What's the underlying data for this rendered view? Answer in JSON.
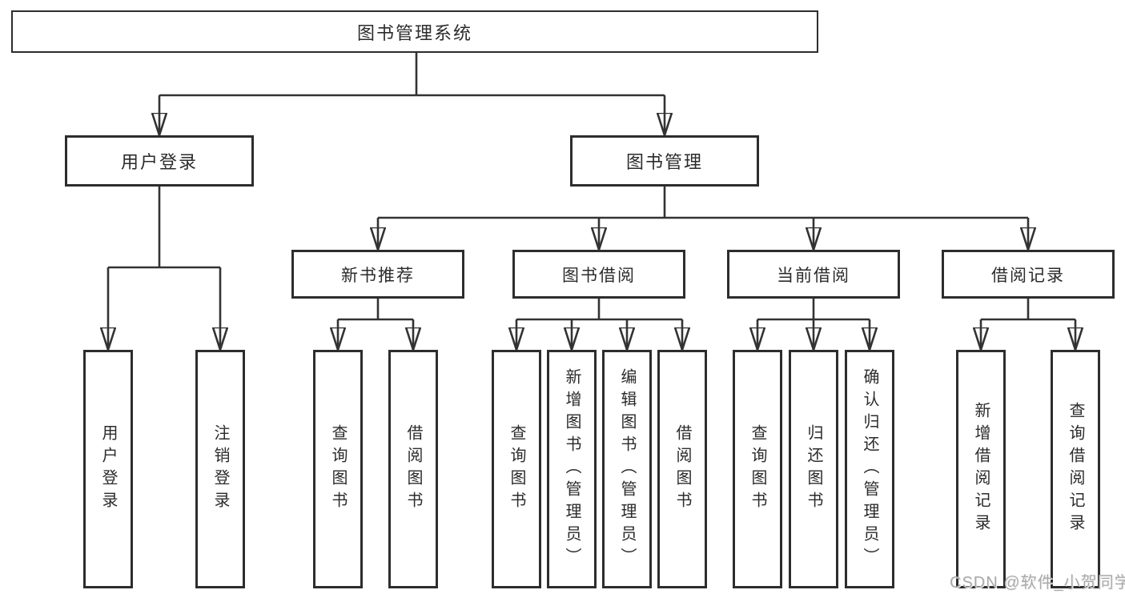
{
  "diagram": {
    "title": "图书管理系统",
    "root": {
      "label": "图书管理系统"
    },
    "level2": [
      {
        "id": "user-login",
        "label": "用户登录"
      },
      {
        "id": "book-management",
        "label": "图书管理"
      }
    ],
    "level3": [
      {
        "id": "new-book-recommend",
        "label": "新书推荐"
      },
      {
        "id": "book-borrowing",
        "label": "图书借阅"
      },
      {
        "id": "current-borrowing",
        "label": "当前借阅"
      },
      {
        "id": "borrowing-records",
        "label": "借阅记录"
      }
    ],
    "leaves": {
      "user_login": [
        {
          "label": "用户登录"
        },
        {
          "label": "注销登录"
        }
      ],
      "new_book_recommend": [
        {
          "label": "查询图书"
        },
        {
          "label": "借阅图书"
        }
      ],
      "book_borrowing": [
        {
          "label": "查询图书"
        },
        {
          "label": "新增图书（管理员）"
        },
        {
          "label": "编辑图书（管理员）"
        },
        {
          "label": "借阅图书"
        }
      ],
      "current_borrowing": [
        {
          "label": "查询图书"
        },
        {
          "label": "归还图书"
        },
        {
          "label": "确认归还（管理员）"
        }
      ],
      "borrowing_records": [
        {
          "label": "新增借阅记录"
        },
        {
          "label": "查询借阅记录"
        }
      ]
    }
  },
  "watermark": {
    "text": "CSDN @软件_小贺同学"
  },
  "colors": {
    "line": "#333333",
    "box_border": "#2d2d2d",
    "text": "#2b2b2b",
    "watermark": "#aaaaaa",
    "background": "#ffffff"
  }
}
